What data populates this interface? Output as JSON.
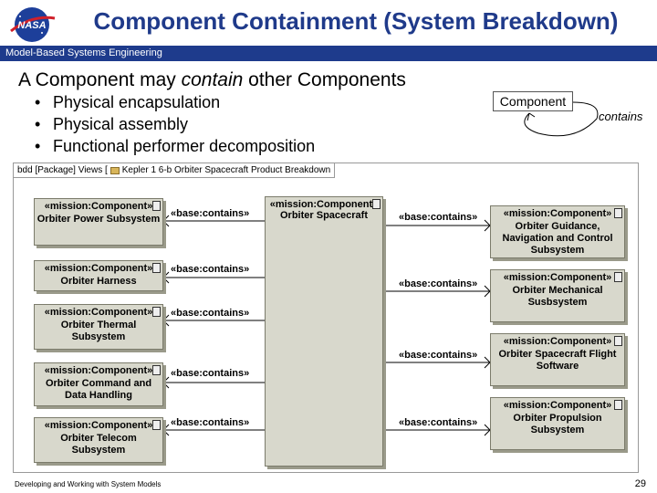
{
  "header": {
    "logo_text": "NASA",
    "title": "Component Containment (System Breakdown)",
    "subtitle": "Model-Based Systems Engineering"
  },
  "content": {
    "heading_pre": "A Component may ",
    "heading_em": "contain",
    "heading_post": " other Components",
    "bullets": [
      "Physical encapsulation",
      "Physical assembly",
      "Functional performer decomposition"
    ]
  },
  "legend": {
    "box_label": "Component",
    "arc_label": "contains"
  },
  "diagram": {
    "frame_label_pre": "bdd [Package] Views [",
    "frame_label_post": "Kepler 1 6-b Orbiter Spacecraft Product Breakdown",
    "connector_label": "«base:contains»",
    "center": {
      "stereotype": "«mission:Component»",
      "name": "Orbiter Spacecraft"
    },
    "left_blocks": [
      {
        "stereotype": "«mission:Component»",
        "name": "Orbiter Power Subsystem"
      },
      {
        "stereotype": "«mission:Component»",
        "name": "Orbiter Harness"
      },
      {
        "stereotype": "«mission:Component»",
        "name": "Orbiter Thermal Subsystem"
      },
      {
        "stereotype": "«mission:Component»",
        "name": "Orbiter Command and Data Handling"
      },
      {
        "stereotype": "«mission:Component»",
        "name": "Orbiter Telecom Subsystem"
      }
    ],
    "right_blocks": [
      {
        "stereotype": "«mission:Component»",
        "name": "Orbiter Guidance, Navigation and Control Subsystem"
      },
      {
        "stereotype": "«mission:Component»",
        "name": "Orbiter Mechanical Susbsystem"
      },
      {
        "stereotype": "«mission:Component»",
        "name": "Orbiter Spacecraft Flight Software"
      },
      {
        "stereotype": "«mission:Component»",
        "name": "Orbiter Propulsion Subsystem"
      }
    ]
  },
  "footer": {
    "text": "Developing and Working with System Models",
    "page": "29"
  }
}
